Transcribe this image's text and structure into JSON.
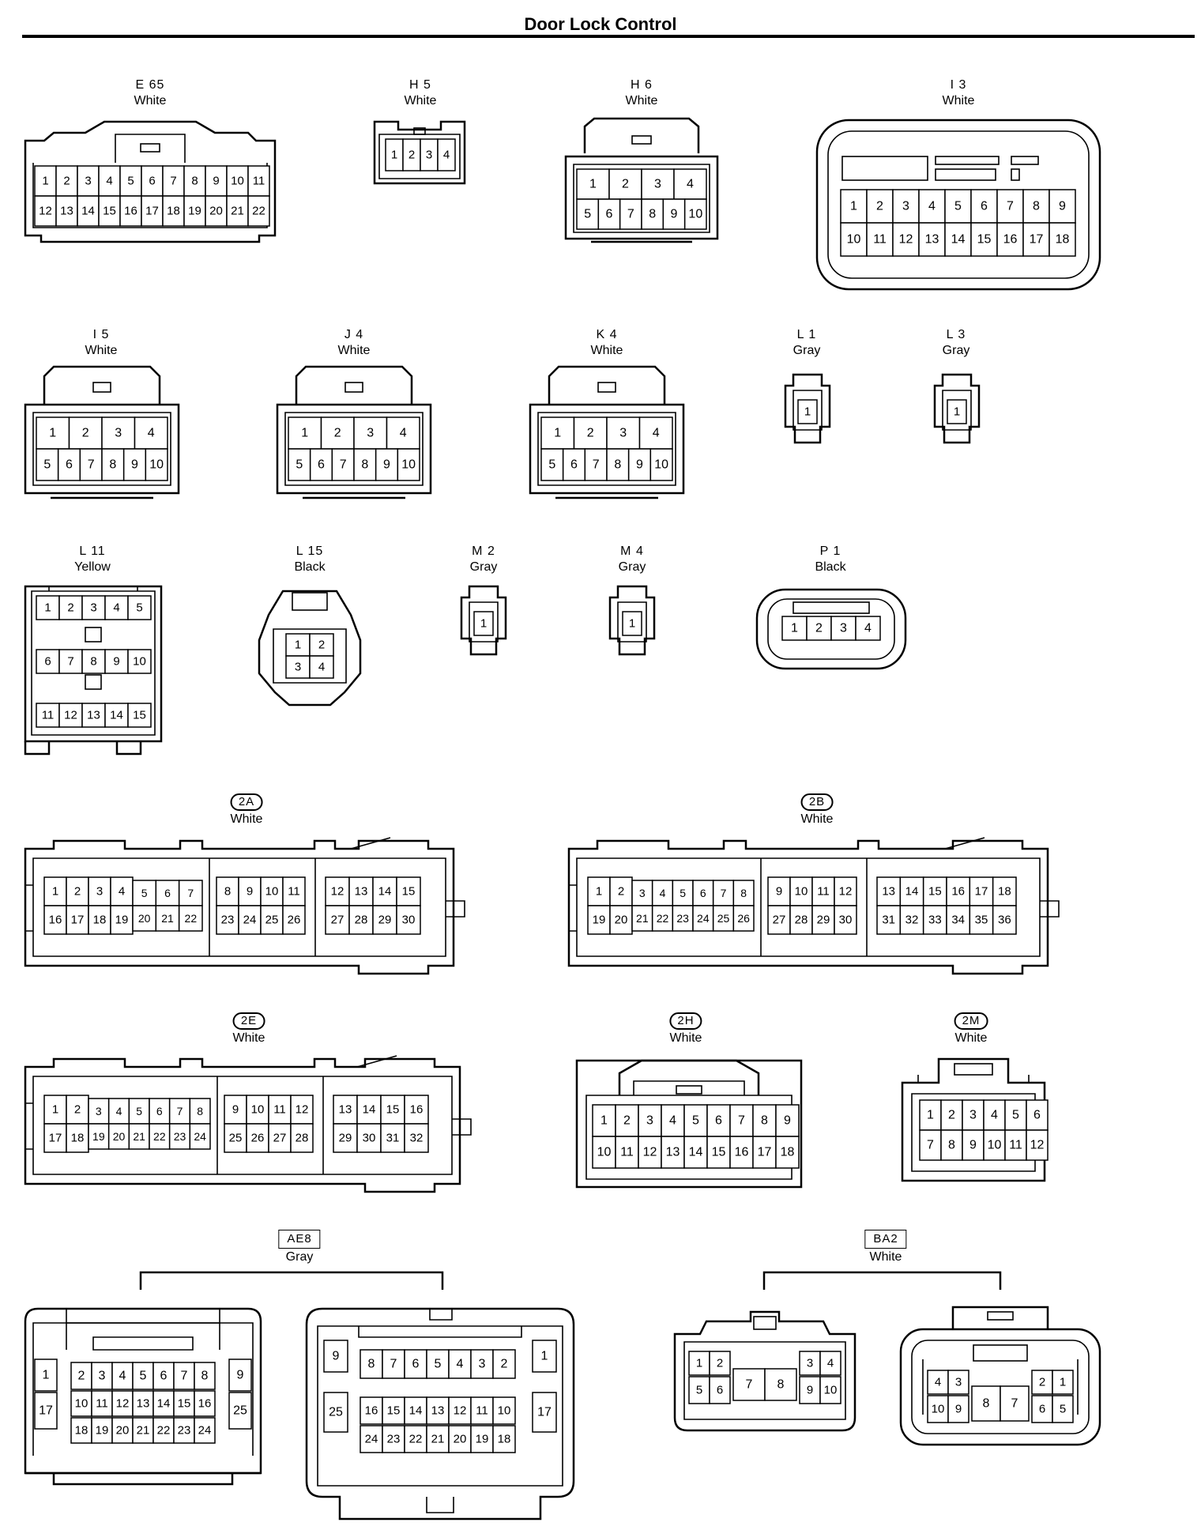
{
  "title": "Door Lock Control",
  "connectors": {
    "E65": {
      "code": "E 65",
      "color": "White"
    },
    "H5": {
      "code": "H 5",
      "color": "White"
    },
    "H6": {
      "code": "H 6",
      "color": "White"
    },
    "I3": {
      "code": "I 3",
      "color": "White"
    },
    "I5": {
      "code": "I 5",
      "color": "White"
    },
    "J4": {
      "code": "J 4",
      "color": "White"
    },
    "K4": {
      "code": "K 4",
      "color": "White"
    },
    "L1": {
      "code": "L 1",
      "color": "Gray"
    },
    "L3": {
      "code": "L 3",
      "color": "Gray"
    },
    "L11": {
      "code": "L 11",
      "color": "Yellow"
    },
    "L15": {
      "code": "L 15",
      "color": "Black"
    },
    "M2": {
      "code": "M 2",
      "color": "Gray"
    },
    "M4": {
      "code": "M 4",
      "color": "Gray"
    },
    "P1": {
      "code": "P 1",
      "color": "Black"
    },
    "2A": {
      "code": "2A",
      "color": "White"
    },
    "2B": {
      "code": "2B",
      "color": "White"
    },
    "2E": {
      "code": "2E",
      "color": "White"
    },
    "2H": {
      "code": "2H",
      "color": "White"
    },
    "2M": {
      "code": "2M",
      "color": "White"
    },
    "AE8": {
      "code": "AE8",
      "color": "Gray"
    },
    "BA2": {
      "code": "BA2",
      "color": "White"
    }
  },
  "pins": {
    "E65": [
      [
        "1",
        "2",
        "3",
        "4",
        "5",
        "6",
        "7",
        "8",
        "9",
        "10",
        "11"
      ],
      [
        "12",
        "13",
        "14",
        "15",
        "16",
        "17",
        "18",
        "19",
        "20",
        "21",
        "22"
      ]
    ],
    "H5": [
      [
        "1",
        "2",
        "3",
        "4"
      ]
    ],
    "H6": [
      [
        "1",
        "2",
        "3",
        "4"
      ],
      [
        "5",
        "6",
        "7",
        "8",
        "9",
        "10"
      ]
    ],
    "I3": [
      [
        "1",
        "2",
        "3",
        "4",
        "5",
        "6",
        "7",
        "8",
        "9"
      ],
      [
        "10",
        "11",
        "12",
        "13",
        "14",
        "15",
        "16",
        "17",
        "18"
      ]
    ],
    "I5": [
      [
        "1",
        "2",
        "3",
        "4"
      ],
      [
        "5",
        "6",
        "7",
        "8",
        "9",
        "10"
      ]
    ],
    "J4": [
      [
        "1",
        "2",
        "3",
        "4"
      ],
      [
        "5",
        "6",
        "7",
        "8",
        "9",
        "10"
      ]
    ],
    "K4": [
      [
        "1",
        "2",
        "3",
        "4"
      ],
      [
        "5",
        "6",
        "7",
        "8",
        "9",
        "10"
      ]
    ],
    "L1": [
      [
        "1"
      ]
    ],
    "L3": [
      [
        "1"
      ]
    ],
    "L11": [
      [
        "1",
        "2",
        "3",
        "4",
        "5"
      ],
      [
        "6",
        "7",
        "8",
        "9",
        "10"
      ],
      [
        "11",
        "12",
        "13",
        "14",
        "15"
      ]
    ],
    "L15": [
      [
        "1",
        "2"
      ],
      [
        "3",
        "4"
      ]
    ],
    "M2": [
      [
        "1"
      ]
    ],
    "M4": [
      [
        "1"
      ]
    ],
    "P1": [
      [
        "1",
        "2",
        "3",
        "4"
      ]
    ],
    "2A": {
      "s1": [
        [
          "1",
          "2",
          "3",
          "4"
        ],
        [
          "16",
          "17",
          "18",
          "19"
        ]
      ],
      "s1b": [
        [
          "5",
          "6",
          "7"
        ],
        [
          "20",
          "21",
          "22"
        ]
      ],
      "s2": [
        [
          "8",
          "9",
          "10",
          "11"
        ],
        [
          "23",
          "24",
          "25",
          "26"
        ]
      ],
      "s3": [
        [
          "12",
          "13",
          "14",
          "15"
        ],
        [
          "27",
          "28",
          "29",
          "30"
        ]
      ]
    },
    "2B": {
      "s1": [
        [
          "1",
          "2"
        ],
        [
          "19",
          "20"
        ]
      ],
      "s1b": [
        [
          "3",
          "4",
          "5",
          "6",
          "7",
          "8"
        ],
        [
          "21",
          "22",
          "23",
          "24",
          "25",
          "26"
        ]
      ],
      "s2": [
        [
          "9",
          "10",
          "11",
          "12"
        ],
        [
          "27",
          "28",
          "29",
          "30"
        ]
      ],
      "s3": [
        [
          "13",
          "14",
          "15",
          "16",
          "17",
          "18"
        ],
        [
          "31",
          "32",
          "33",
          "34",
          "35",
          "36"
        ]
      ]
    },
    "2E": {
      "s1": [
        [
          "1",
          "2"
        ],
        [
          "17",
          "18"
        ]
      ],
      "s1b": [
        [
          "3",
          "4",
          "5",
          "6",
          "7",
          "8"
        ],
        [
          "19",
          "20",
          "21",
          "22",
          "23",
          "24"
        ]
      ],
      "s2": [
        [
          "9",
          "10",
          "11",
          "12"
        ],
        [
          "25",
          "26",
          "27",
          "28"
        ]
      ],
      "s3": [
        [
          "13",
          "14",
          "15",
          "16"
        ],
        [
          "29",
          "30",
          "31",
          "32"
        ]
      ]
    },
    "2H": [
      [
        "1",
        "2",
        "3",
        "4",
        "5",
        "6",
        "7",
        "8",
        "9"
      ],
      [
        "10",
        "11",
        "12",
        "13",
        "14",
        "15",
        "16",
        "17",
        "18"
      ]
    ],
    "2M": [
      [
        "1",
        "2",
        "3",
        "4",
        "5",
        "6"
      ],
      [
        "7",
        "8",
        "9",
        "10",
        "11",
        "12"
      ]
    ],
    "AE8_left": {
      "top": [
        "1",
        "2",
        "3",
        "4",
        "5",
        "6",
        "7",
        "8",
        "9"
      ],
      "mid": [
        "17",
        "10",
        "11",
        "12",
        "13",
        "14",
        "15",
        "16",
        "25"
      ],
      "bot": [
        "18",
        "19",
        "20",
        "21",
        "22",
        "23",
        "24"
      ]
    },
    "AE8_right": {
      "top": [
        "9",
        "8",
        "7",
        "6",
        "5",
        "4",
        "3",
        "2",
        "1"
      ],
      "mid": [
        "25",
        "16",
        "15",
        "14",
        "13",
        "12",
        "11",
        "10",
        "17"
      ],
      "bot": [
        "24",
        "23",
        "22",
        "21",
        "20",
        "19",
        "18"
      ]
    },
    "BA2_left": {
      "top": [
        "1",
        "2",
        "3",
        "4"
      ],
      "mid": [
        "5",
        "6",
        "7",
        "8",
        "9",
        "10"
      ]
    },
    "BA2_right": {
      "top": [
        "4",
        "3",
        "2",
        "1"
      ],
      "mid": [
        "10",
        "9",
        "8",
        "7",
        "6",
        "5"
      ]
    }
  }
}
